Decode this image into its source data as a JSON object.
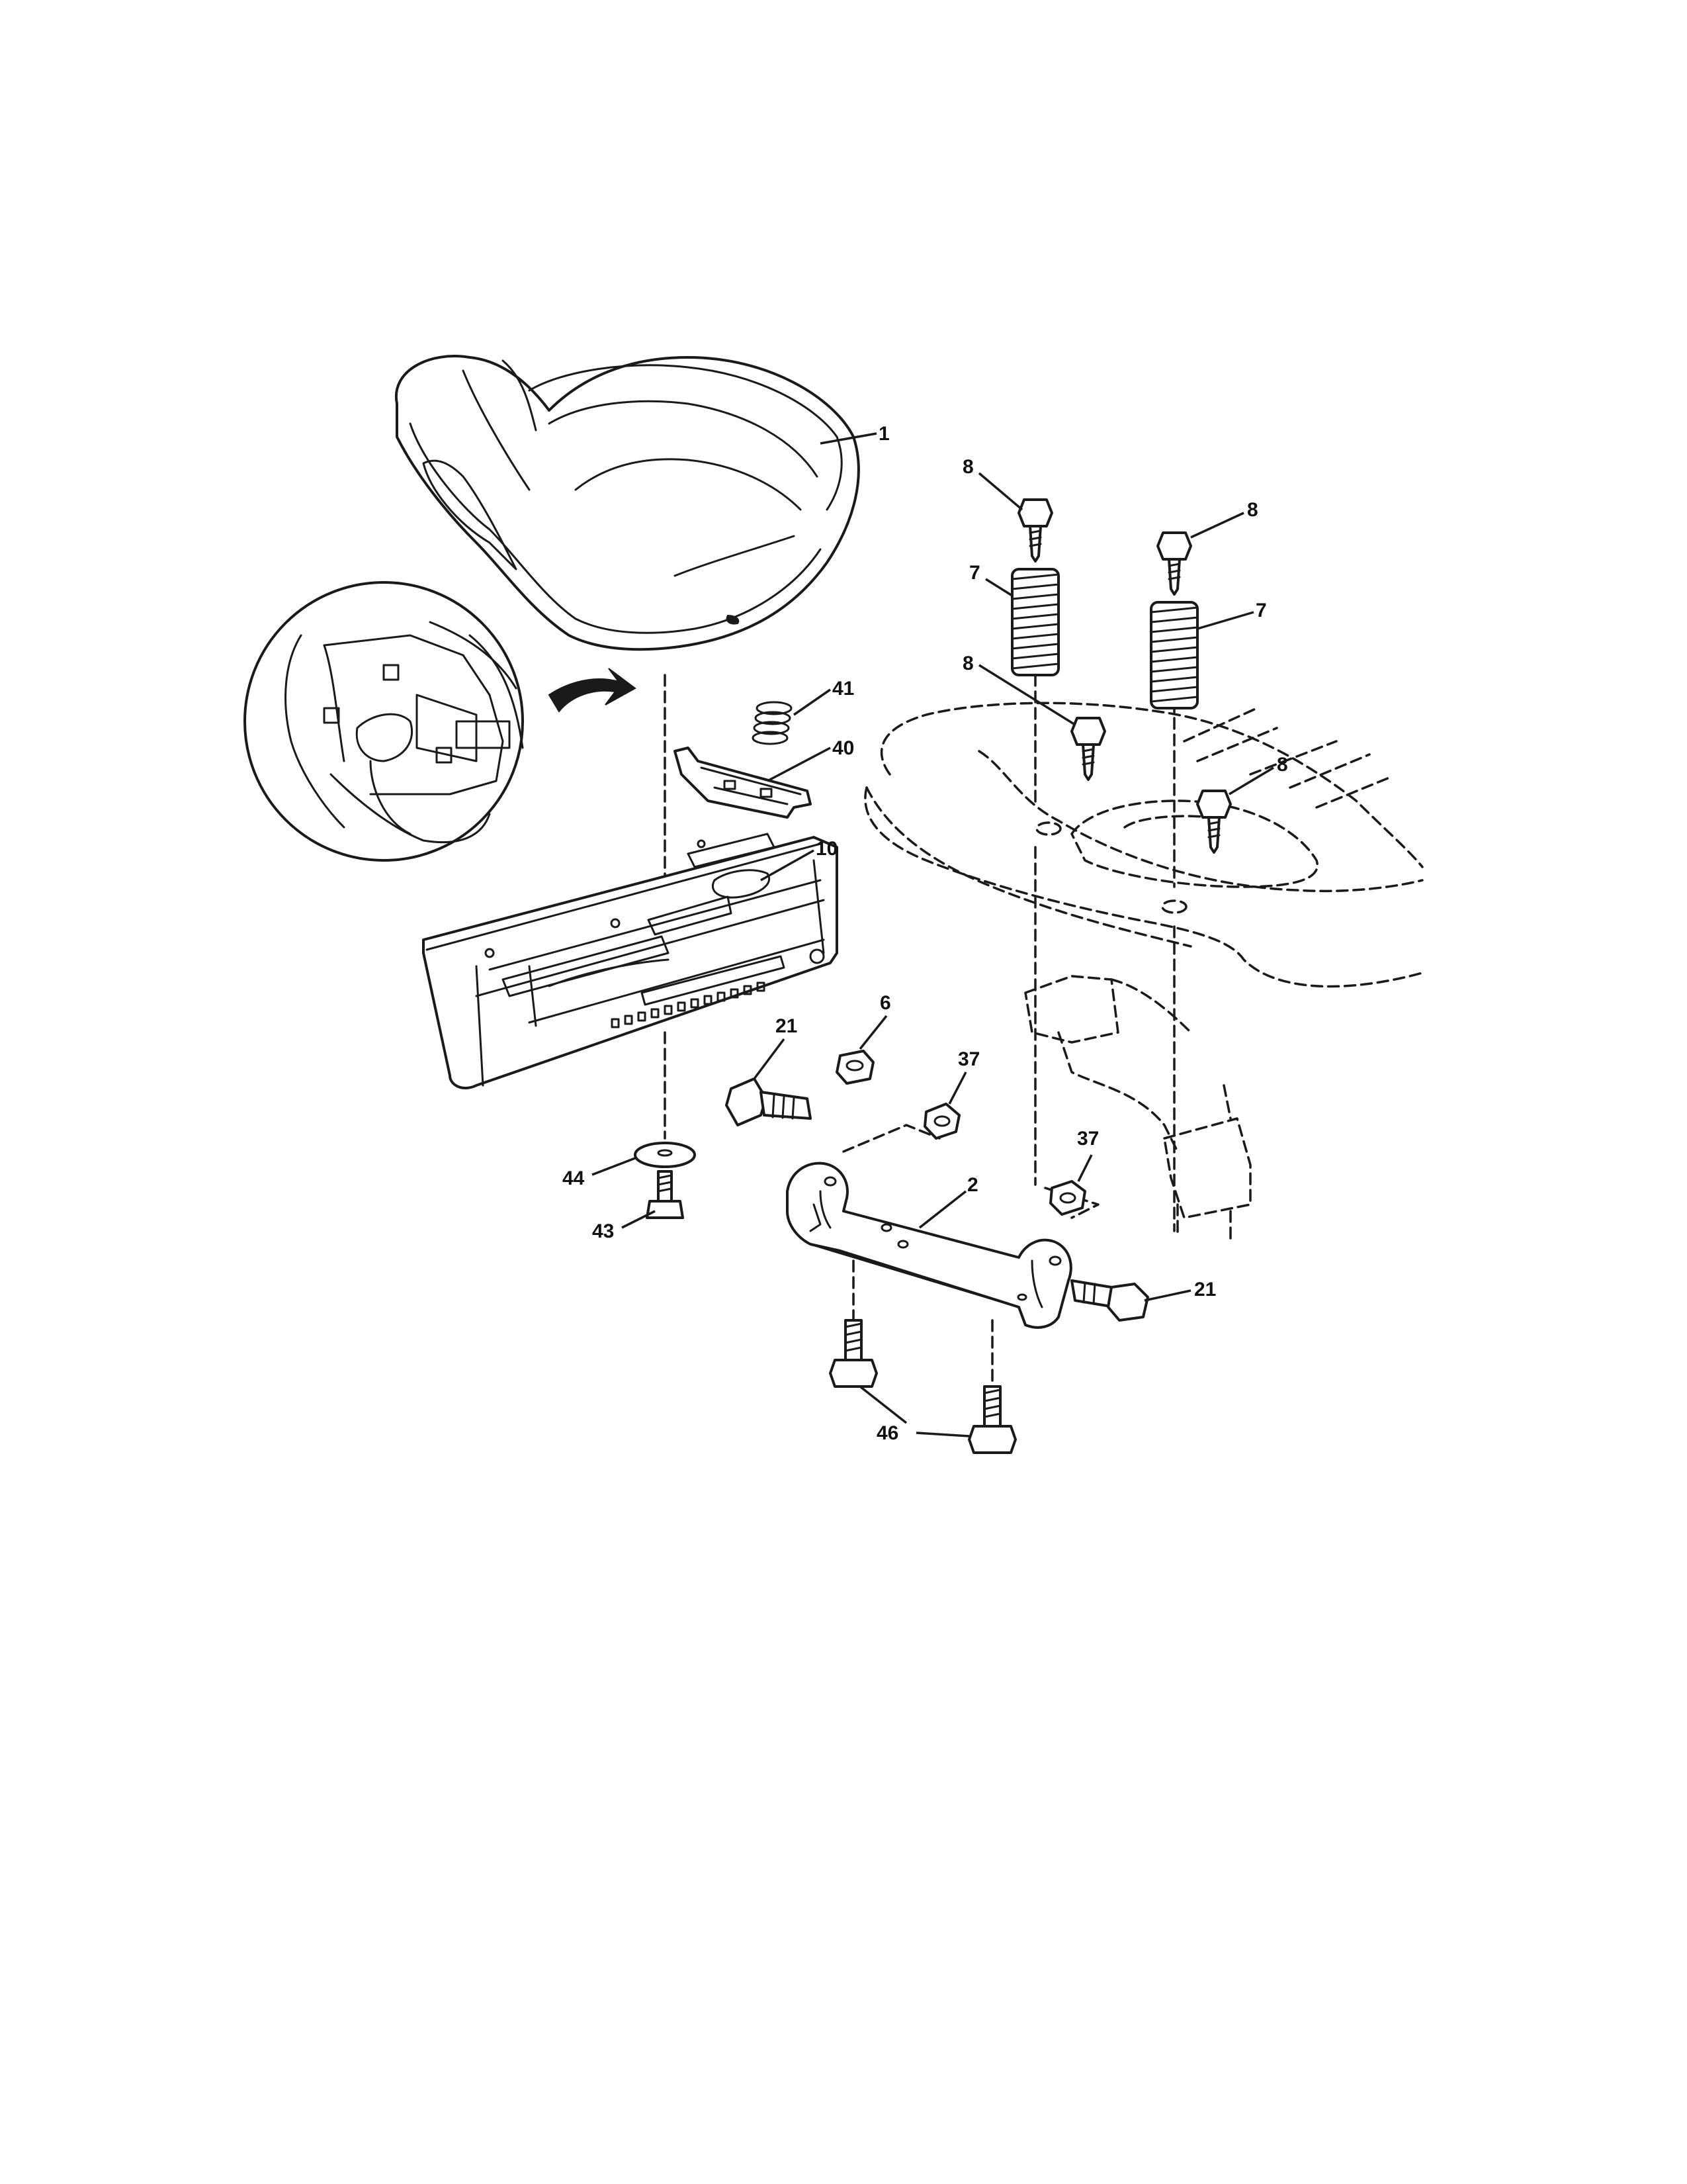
{
  "callouts": {
    "c1": "1",
    "c2": "2",
    "c6": "6",
    "c7a": "7",
    "c7b": "7",
    "c8a": "8",
    "c8b": "8",
    "c8c": "8",
    "c8d": "8",
    "c10": "10",
    "c21a": "21",
    "c21b": "21",
    "c37a": "37",
    "c37b": "37",
    "c40": "40",
    "c41": "41",
    "c43": "43",
    "c44": "44",
    "c46": "46"
  },
  "colors": {
    "line": "#1a1a1a",
    "background": "#ffffff"
  }
}
